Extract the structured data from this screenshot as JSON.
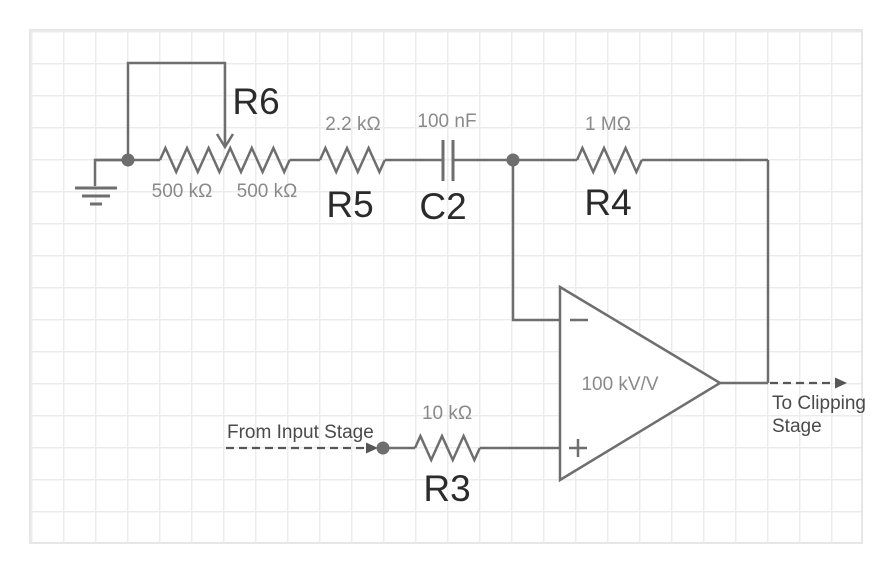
{
  "colors": {
    "wire": "#6e6e6e",
    "ref_label": "#2b2b2b",
    "value_label": "#8a8a8a",
    "stage_label": "#4a4a4a",
    "grid_line": "#ececec",
    "background": "#ffffff"
  },
  "components": {
    "r6": {
      "ref": "R6",
      "value_left": "500 kΩ",
      "value_right": "500 kΩ"
    },
    "r5": {
      "ref": "R5",
      "value": "2.2 kΩ"
    },
    "c2": {
      "ref": "C2",
      "value": "100 nF"
    },
    "r4": {
      "ref": "R4",
      "value": "1 MΩ"
    },
    "r3": {
      "ref": "R3",
      "value": "10 kΩ"
    },
    "opamp": {
      "gain": "100 kV/V"
    }
  },
  "annotations": {
    "input": "From Input Stage",
    "output": "To Clipping Stage"
  }
}
